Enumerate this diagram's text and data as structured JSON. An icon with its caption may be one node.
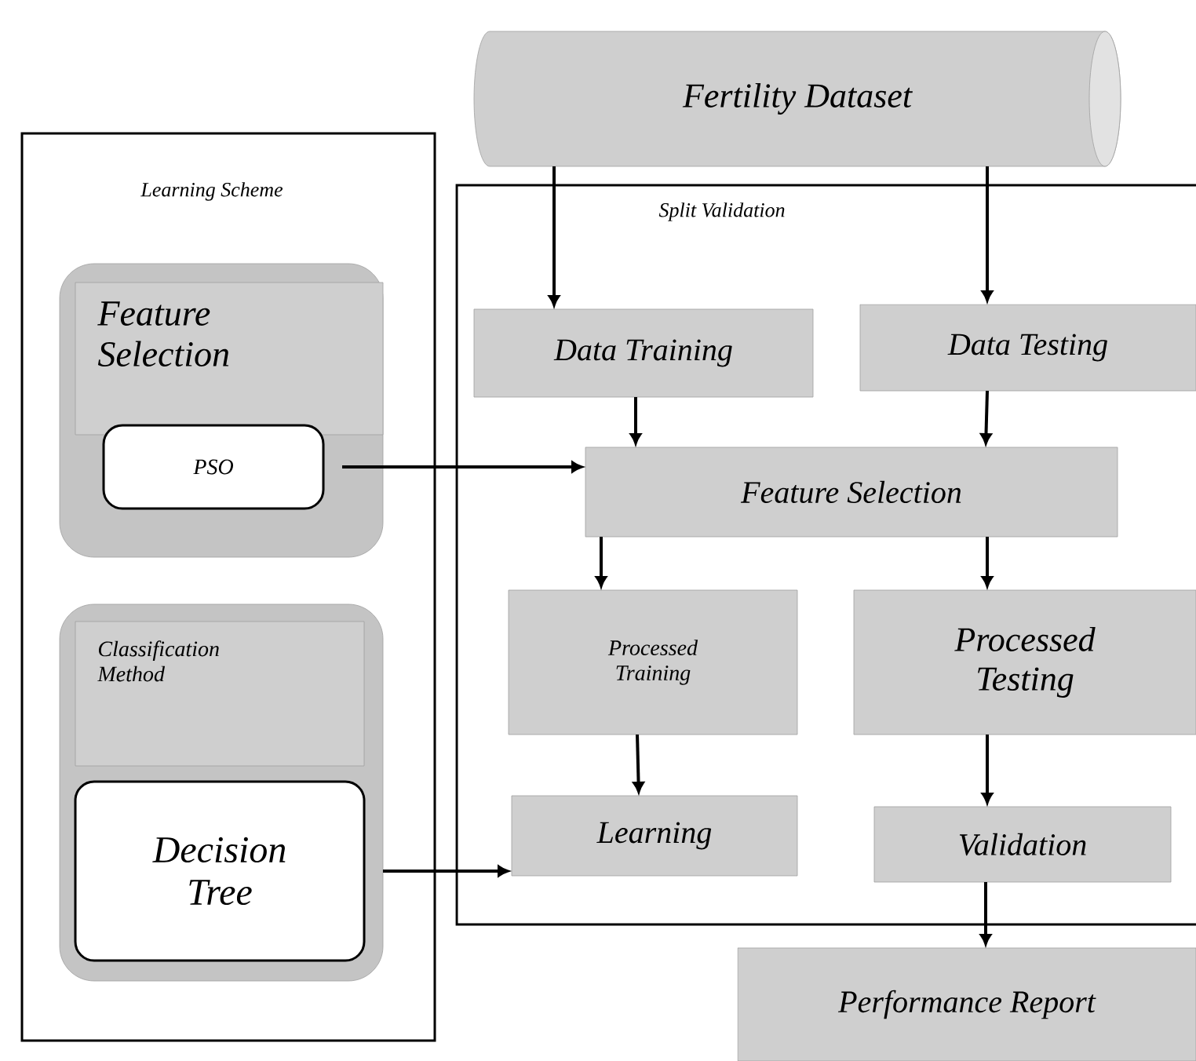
{
  "diagram": {
    "nodes": [
      {
        "text": [
          "Learning Scheme"
        ]
      },
      {
        "text": [],
        "shape": "box",
        "in": 0
      },
      {
        "text": [
          "Feature Selection"
        ],
        "in": 1
      },
      {
        "text": [
          "PSO"
        ],
        "in": 1
      },
      {
        "text": [],
        "shape": "box",
        "in": 0
      },
      {
        "text": [
          "Classification Method"
        ],
        "in": 4
      },
      {
        "text": [
          "Decision Tree"
        ],
        "in": 4
      },
      {
        "text": [
          "Fertility Dataset"
        ]
      },
      {
        "text": [
          "Split Validation"
        ]
      },
      {
        "text": [
          "Data Training"
        ],
        "in": 8
      },
      {
        "text": [
          "Data Testing"
        ],
        "in": 8
      },
      {
        "text": [
          "Feature Selection"
        ],
        "in": 8
      },
      {
        "text": [
          "Processed Training"
        ],
        "in": 8
      },
      {
        "text": [
          "Processed Testing"
        ],
        "in": 8
      },
      {
        "text": [
          "Learning"
        ],
        "in": 8
      },
      {
        "text": [
          "Validation"
        ],
        "in": 8
      },
      {
        "text": [
          "Performance Report"
        ]
      }
    ],
    "edges": [
      {
        "from": 7,
        "to": 9,
        "arrow": "to"
      },
      {
        "from": 7,
        "to": 10,
        "arrow": "to"
      },
      {
        "from": 9,
        "to": 11,
        "arrow": "to"
      },
      {
        "from": 10,
        "to": 11,
        "arrow": "to"
      },
      {
        "from": 3,
        "to": 11,
        "arrow": "to"
      },
      {
        "from": 11,
        "to": 12,
        "arrow": "to"
      },
      {
        "from": 11,
        "to": 13,
        "arrow": "to"
      },
      {
        "from": 12,
        "to": 14,
        "arrow": "to"
      },
      {
        "from": 13,
        "to": 15,
        "arrow": "to"
      },
      {
        "from": 6,
        "to": 14,
        "arrow": "to"
      },
      {
        "from": 15,
        "to": 16,
        "arrow": "to"
      }
    ]
  }
}
